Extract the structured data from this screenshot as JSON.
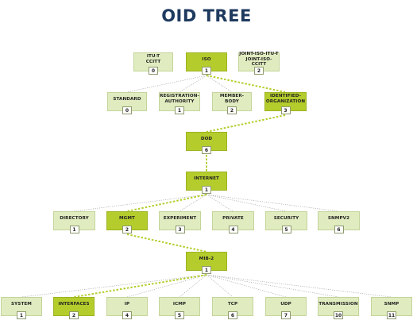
{
  "title": "OID TREE",
  "colors": {
    "node": "#e0ecc0",
    "highlight": "#b5cd2c",
    "title": "#1f3a5f"
  },
  "nodes": {
    "itu_t": {
      "label": "ITU-T\nCCITT",
      "number": "0"
    },
    "iso": {
      "label": "ISO",
      "number": "1"
    },
    "joint": {
      "label": "JOINT-ISO-ITU-T\nJOINT-ISO-CCITT",
      "number": "2"
    },
    "standard": {
      "label": "STANDARD",
      "number": "0"
    },
    "reg_auth": {
      "label": "REGISTRATION-\nAUTHORITY",
      "number": "1"
    },
    "member_body": {
      "label": "MEMBER-\nBODY",
      "number": "2"
    },
    "ident_org": {
      "label": "IDENTIFIED-\nORGANIZATION",
      "number": "3"
    },
    "dod": {
      "label": "DOD",
      "number": "6"
    },
    "internet": {
      "label": "INTERNET",
      "number": "1"
    },
    "directory": {
      "label": "DIRECTORY",
      "number": "1"
    },
    "mgmt": {
      "label": "MGMT",
      "number": "2"
    },
    "experiment": {
      "label": "EXPERIMENT",
      "number": "3"
    },
    "private": {
      "label": "PRIVATE",
      "number": "4"
    },
    "security": {
      "label": "SECURITY",
      "number": "5"
    },
    "snmpv2": {
      "label": "SNMPV2",
      "number": "6"
    },
    "mib2": {
      "label": "MIB-2",
      "number": "1"
    },
    "system": {
      "label": "SYSTEM",
      "number": "1"
    },
    "interfaces": {
      "label": "INTERFACES",
      "number": "2"
    },
    "ip": {
      "label": "IP",
      "number": "4"
    },
    "icmp": {
      "label": "ICMP",
      "number": "5"
    },
    "tcp": {
      "label": "TCP",
      "number": "6"
    },
    "udp": {
      "label": "UDP",
      "number": "7"
    },
    "transmission": {
      "label": "TRANSMISSION",
      "number": "10"
    },
    "snmp": {
      "label": "SNMP",
      "number": "11"
    }
  }
}
